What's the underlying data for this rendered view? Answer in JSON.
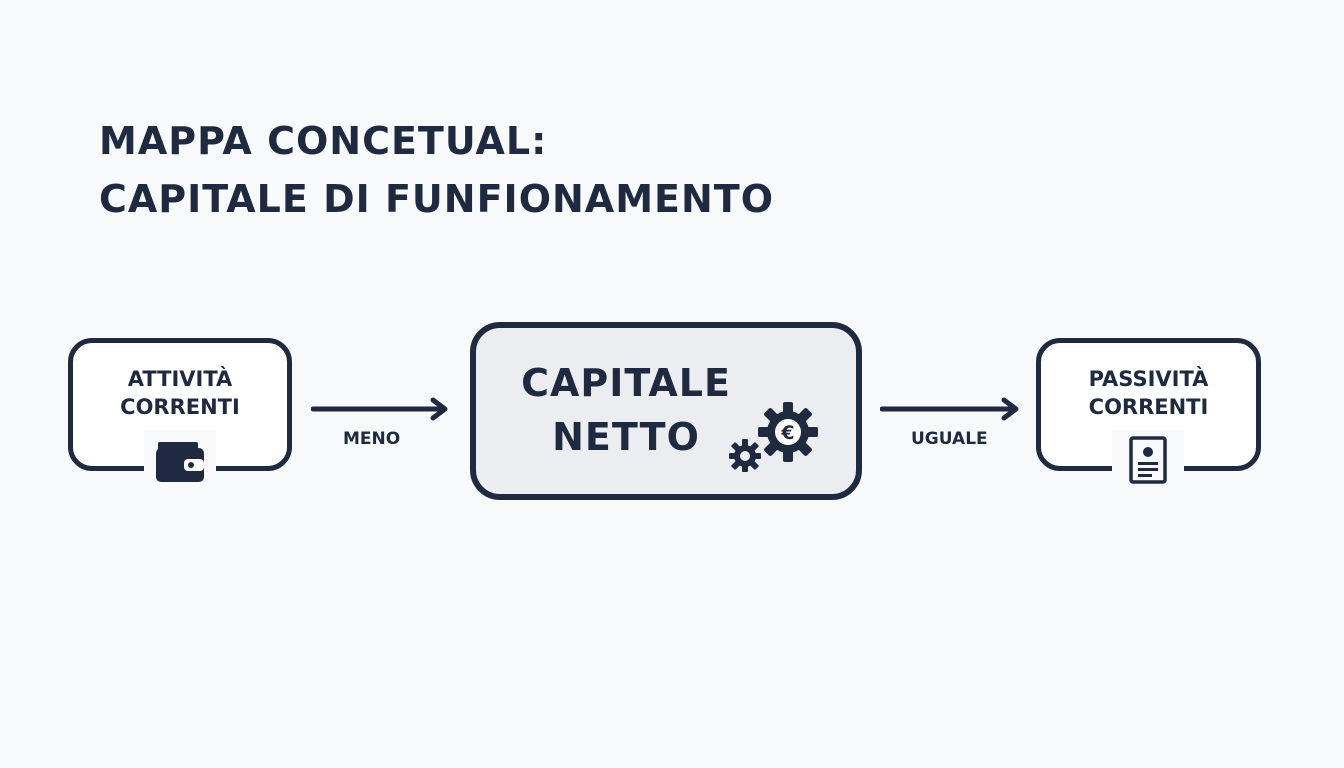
{
  "title": {
    "line1": "MAPPA CONCETUAL:",
    "line2": "CAPITALE DI FUNFIONAMENTO"
  },
  "nodes": {
    "left": {
      "line1": "ATTIVITÀ",
      "line2": "CORRENTI",
      "icon": "wallet-icon"
    },
    "center": {
      "line1": "CAPITALE",
      "line2": "NETTO",
      "icon": "gears-euro-icon"
    },
    "right": {
      "line1": "PASSIVITÀ",
      "line2": "CORRENTI",
      "icon": "document-icon"
    }
  },
  "connectors": {
    "left": "MENO",
    "right": "UGUALE"
  },
  "colors": {
    "ink": "#1f2a40",
    "background": "#f8f9fa",
    "center_fill": "#ebedf0"
  }
}
